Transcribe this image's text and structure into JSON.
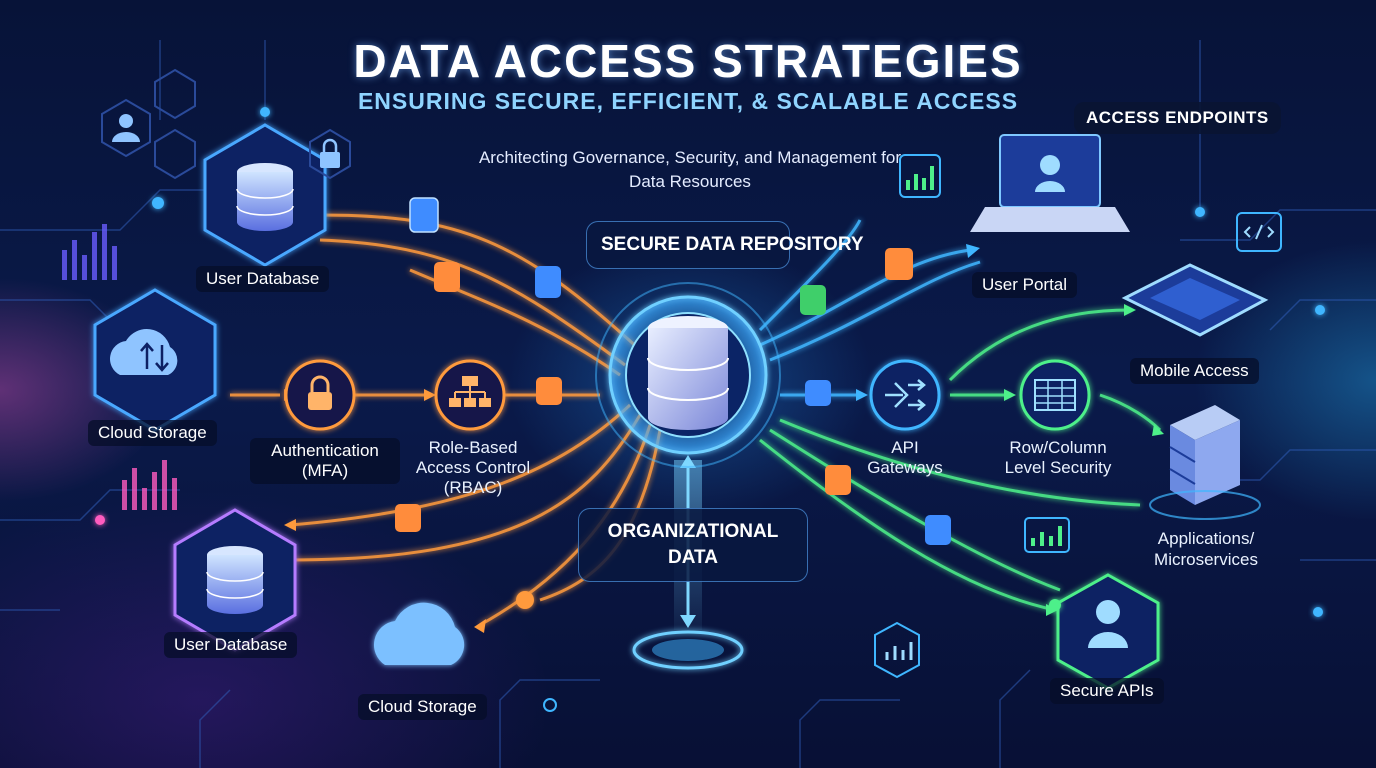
{
  "header": {
    "title": "DATA ACCESS STRATEGIES",
    "subtitle": "ENSURING SECURE, EFFICIENT, & SCALABLE ACCESS",
    "description": "Architecting Governance, Security, and Management for Data Resources"
  },
  "center": {
    "repository_label": "SECURE DATA REPOSITORY",
    "source_label": "ORGANIZATIONAL DATA"
  },
  "sources": {
    "user_database_top": "User Database",
    "cloud_storage_left": "Cloud Storage",
    "user_database_bottom": "User Database",
    "cloud_storage_bottom": "Cloud Storage"
  },
  "controls": {
    "authentication": "Authentication (MFA)",
    "rbac_line1": "Role-Based",
    "rbac_line2": "Access Control",
    "rbac_line3": "(RBAC)",
    "api_line1": "API",
    "api_line2": "Gateways",
    "rowcol_line1": "Row/Column",
    "rowcol_line2": "Level Security"
  },
  "endpoints": {
    "heading": "ACCESS ENDPOINTS",
    "user_portal": "User Portal",
    "mobile_access": "Mobile Access",
    "applications_line1": "Applications/",
    "applications_line2": "Microservices",
    "secure_apis": "Secure APIs"
  },
  "colors": {
    "orange": "#ff9a3c",
    "blue": "#3fb6ff",
    "green": "#4ef08a",
    "magenta": "#d24cff"
  },
  "icons": [
    "database-icon",
    "cloud-icon",
    "lock-icon",
    "hierarchy-icon",
    "api-icon",
    "table-icon",
    "laptop-icon",
    "tablet-icon",
    "server-icon",
    "user-icon",
    "chart-icon",
    "code-icon"
  ]
}
